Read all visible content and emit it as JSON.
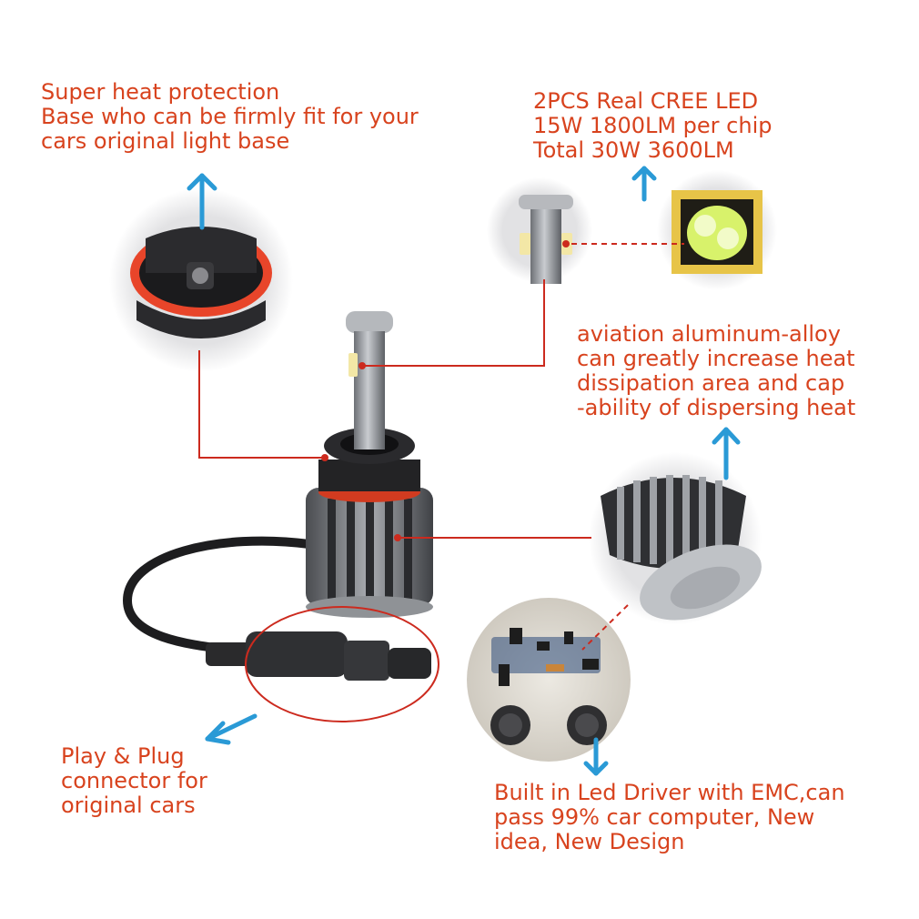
{
  "callouts": {
    "heat_protection": {
      "lines": [
        "Super heat protection",
        "Base who can be firmly fit for your",
        "cars original light base"
      ]
    },
    "cree_led": {
      "lines": [
        "2PCS Real CREE  LED",
        "15W 1800LM per chip",
        "Total 30W 3600LM"
      ]
    },
    "aluminum_alloy": {
      "lines": [
        "aviation aluminum-alloy",
        "can greatly increase heat",
        "dissipation area and cap",
        "-ability of dispersing heat"
      ]
    },
    "play_plug": {
      "lines": [
        "Play & Plug",
        "connector for",
        "original cars"
      ]
    },
    "led_driver": {
      "lines": [
        "Built in Led Driver with EMC,can",
        "pass 99% car computer, New",
        "idea, New Design"
      ]
    }
  },
  "colors": {
    "text": "#d8431e",
    "arrow": "#2a9ad6",
    "leader": "#cc2a1e"
  }
}
